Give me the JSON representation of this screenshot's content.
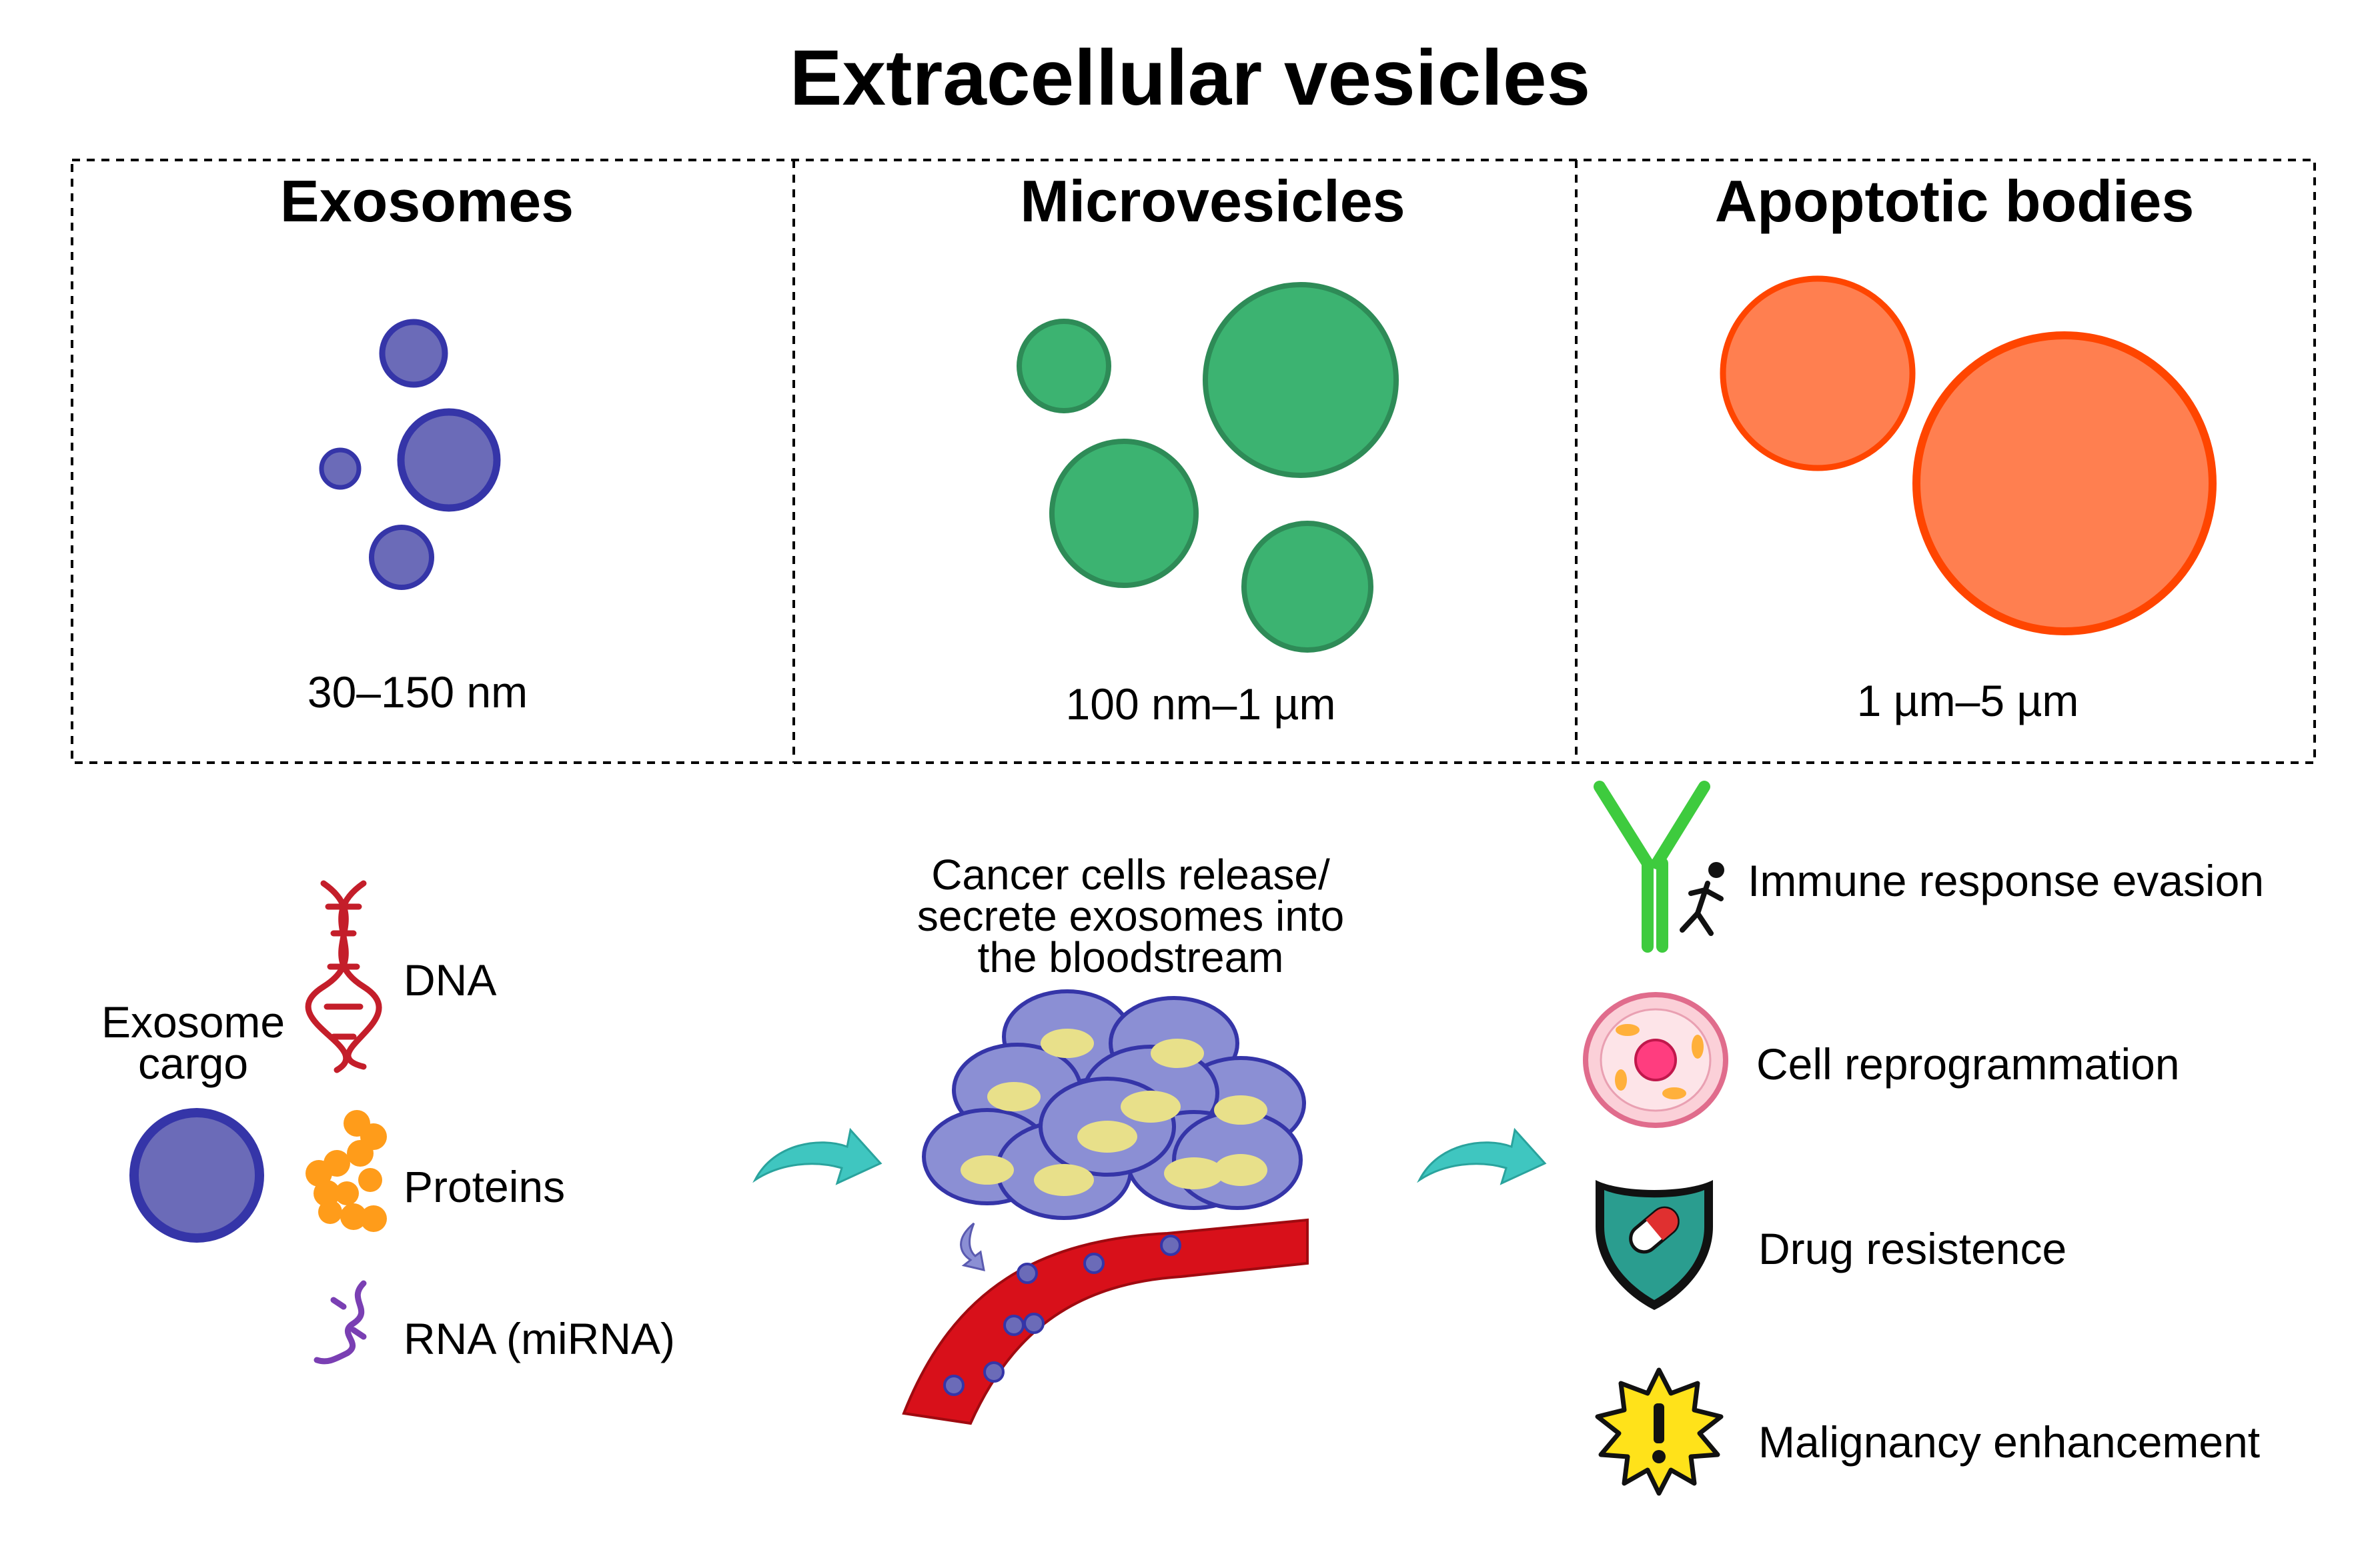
{
  "title": "Extracellular vesicles",
  "panels": [
    {
      "name": "Exosomes",
      "size": "30–150 nm",
      "color": "#6b6bb8",
      "stroke": "#3535a8"
    },
    {
      "name": "Microvesicles",
      "size": "100 nm–1 µm",
      "color": "#3cb371",
      "stroke": "#2e8b57"
    },
    {
      "name": "Apoptotic bodies",
      "size": "1 µm–5 µm",
      "color": "#ff7f50",
      "stroke": "#ff4500"
    }
  ],
  "cargo": {
    "label_line1": "Exosome",
    "label_line2": "cargo",
    "items": [
      "DNA",
      "Proteins",
      "RNA (miRNA)"
    ]
  },
  "release": {
    "caption_line1": "Cancer cells release/",
    "caption_line2": "secrete exosomes into",
    "caption_line3": "the bloodstream"
  },
  "effects": [
    {
      "label": "Immune response evasion",
      "icon": "antibody-runner-icon"
    },
    {
      "label": "Cell reprogrammation",
      "icon": "cell-icon"
    },
    {
      "label": "Drug resistence",
      "icon": "shield-pill-icon"
    },
    {
      "label": "Malignancy enhancement",
      "icon": "warning-burst-icon"
    }
  ],
  "colors": {
    "arrow": "#3fc6c0",
    "blood_vessel": "#d8101a",
    "cell_body": "#8b8fd4",
    "cell_nucleus": "#e8e08a",
    "antibody": "#3ecb3e",
    "shield": "#2a9d8f",
    "burst": "#ffe21a"
  }
}
